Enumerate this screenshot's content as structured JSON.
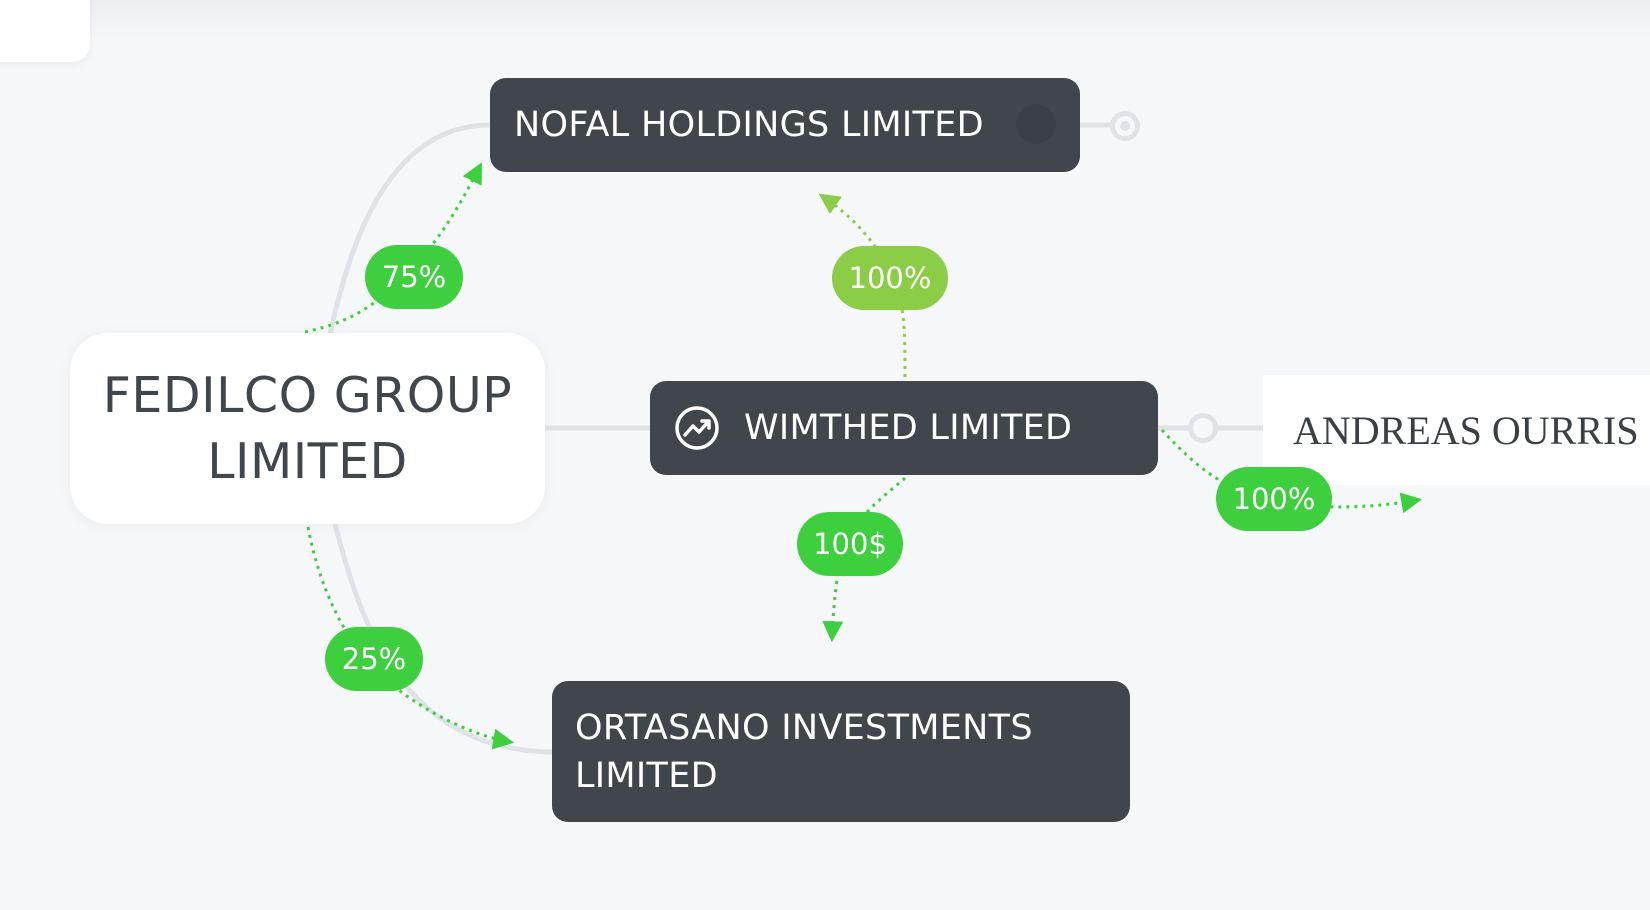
{
  "colors": {
    "background": "#f6f7f9",
    "dark_node": "#40464b",
    "light_node": "#ffffff",
    "connector": "#dfe3e8",
    "flow_green": "#3ecf3e",
    "flow_lime": "#8bcd46"
  },
  "nodes": {
    "fedilco": {
      "label": "FEDILCO GROUP LIMITED"
    },
    "nofal": {
      "label": "NOFAL HOLDINGS LIMITED"
    },
    "wimthed": {
      "label": "WIMTHED LIMITED",
      "icon": "trending-up-icon"
    },
    "ortasano": {
      "label": "ORTASANO INVESTMENTS LIMITED"
    },
    "andreas": {
      "label": "ANDREAS OURRIS"
    }
  },
  "flows": [
    {
      "from": "FEDILCO GROUP LIMITED",
      "to": "NOFAL HOLDINGS LIMITED",
      "label": "75%"
    },
    {
      "from": "FEDILCO GROUP LIMITED",
      "to": "ORTASANO INVESTMENTS LIMITED",
      "label": "25%"
    },
    {
      "from": "WIMTHED LIMITED",
      "to": "NOFAL HOLDINGS LIMITED",
      "label": "100%"
    },
    {
      "from": "WIMTHED LIMITED",
      "to": "ORTASANO INVESTMENTS LIMITED",
      "label": "100$"
    },
    {
      "from": "WIMTHED LIMITED",
      "to": "ANDREAS OURRIS",
      "label": "100%"
    }
  ]
}
